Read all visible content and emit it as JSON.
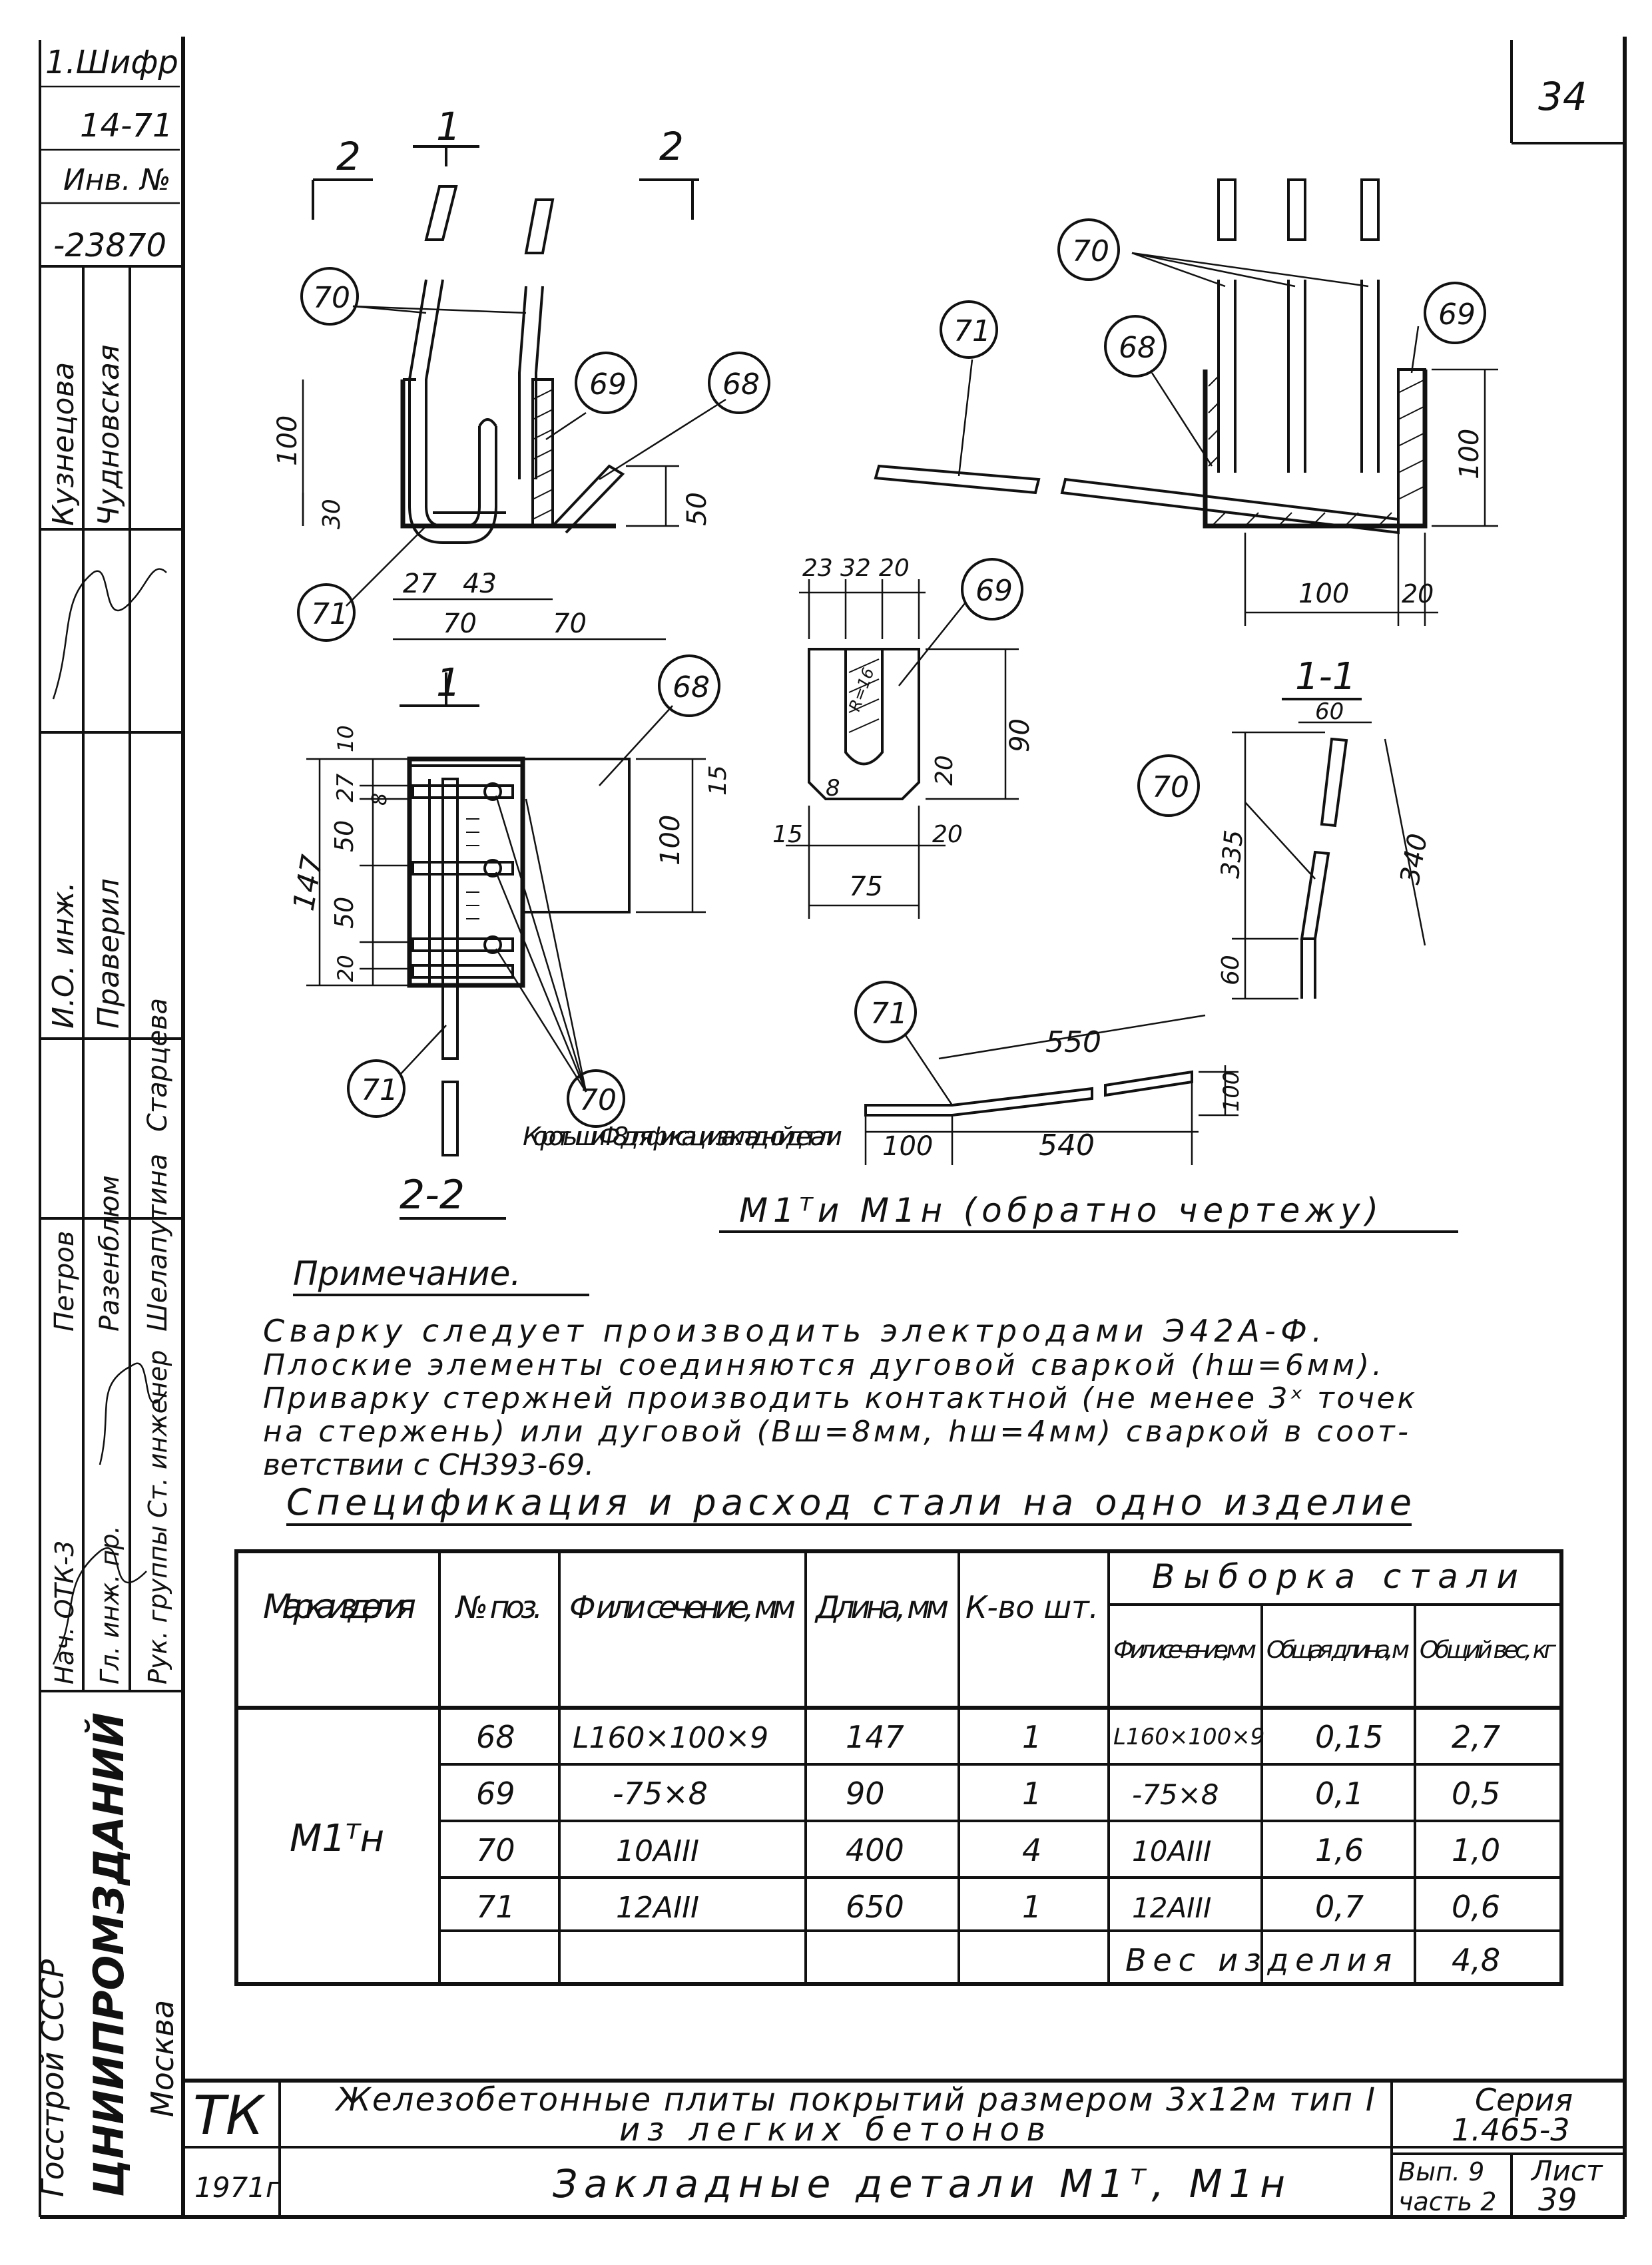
{
  "sheet_number_top": "34",
  "left_margin": {
    "archive": [
      "1.Шифр",
      "14-71",
      "Инв. №",
      "-23870"
    ],
    "signers_top": [
      "Кузнецова",
      "Чудновская"
    ],
    "positions": [
      "Нач. ОТК-3",
      "Гл. инж. пр.",
      "Рук. группы",
      "Ст. инженер"
    ],
    "names": [
      "Петров",
      "Разенблюм",
      "Шелапутина",
      "Старцева"
    ],
    "check": [
      "И.О. инж.",
      "Праверил"
    ],
    "org": [
      "Госстрой СССР",
      "ЦНИИПРОМЗДАНИЙ",
      "Москва"
    ]
  },
  "drawing": {
    "refs": {
      "r68": "68",
      "r69": "69",
      "r70": "70",
      "r71": "71"
    },
    "section_marks": {
      "s1": "1",
      "s2": "2",
      "s11": "1-1",
      "s22": "2-2"
    },
    "dims_view1": [
      "100",
      "30",
      "27",
      "43",
      "70",
      "70",
      "50"
    ],
    "dims_view2": [
      "100",
      "20",
      "100"
    ],
    "dims_plate": [
      "23",
      "32",
      "20",
      "90",
      "20",
      "15",
      "8",
      "15",
      "75",
      "20",
      "R=16"
    ],
    "dims_view22": [
      "10",
      "27",
      "8",
      "50",
      "50",
      "147",
      "20",
      "100"
    ],
    "dims_view11": [
      "60",
      "335",
      "340",
      "60"
    ],
    "dims_bar71": [
      "550",
      "100",
      "540",
      "100"
    ],
    "short_pieces_note": "Коротыши Ф8 для фиксации закладной детали",
    "mirror_label": "М1ᵀи М1н (обратно чертежу)"
  },
  "note": {
    "title": "Примечание.",
    "lines": [
      "Сварку следует производить электродами Э42А-Ф.",
      "Плоские элементы соединяются дуговой сваркой (hш=6мм).",
      "Приварку стержней производить контактной (не менее 3ˣ точек",
      "на стержень) или дуговой (Вш=8мм, hш=4мм) сваркой в соот-",
      "ветствии с СН393-69."
    ]
  },
  "table": {
    "title": "Спецификация и расход стали на одно изделие",
    "headers": {
      "mark": "Марка изделия",
      "pos": "№ поз.",
      "section": "Ф или сечение, мм",
      "length": "Длина, мм",
      "qty": "К-во шт.",
      "selection": "Выборка стали",
      "sel_section": "Ф или сечение, мм",
      "total_length": "Общая длина, м",
      "total_weight": "Общий вес, кг"
    },
    "mark": "М1ᵀн",
    "rows": [
      {
        "pos": "68",
        "section": "L160×100×9",
        "length": "147",
        "qty": "1",
        "sel_section": "L160×100×9",
        "total_length": "0,15",
        "total_weight": "2,7"
      },
      {
        "pos": "69",
        "section": "-75×8",
        "length": "90",
        "qty": "1",
        "sel_section": "-75×8",
        "total_length": "0,1",
        "total_weight": "0,5"
      },
      {
        "pos": "70",
        "section": "10АIII",
        "length": "400",
        "qty": "4",
        "sel_section": "10АIII",
        "total_length": "1,6",
        "total_weight": "1,0"
      },
      {
        "pos": "71",
        "section": "12АIII",
        "length": "650",
        "qty": "1",
        "sel_section": "12АIII",
        "total_length": "0,7",
        "total_weight": "0,6"
      }
    ],
    "weight_label": "Вес изделия",
    "weight_value": "4,8"
  },
  "title_block": {
    "tk": "ТК",
    "year": "1971г",
    "title_line1": "Железобетонные плиты покрытий размером 3х12м тип I",
    "title_line2": "из легких бетонов",
    "subtitle": "Закладные детали М1ᵀ, М1н",
    "series_label": "Серия",
    "series_value": "1.465-3",
    "issue": "Вып. 9",
    "part": "часть 2",
    "sheet_label": "Лист",
    "sheet_value": "39"
  }
}
